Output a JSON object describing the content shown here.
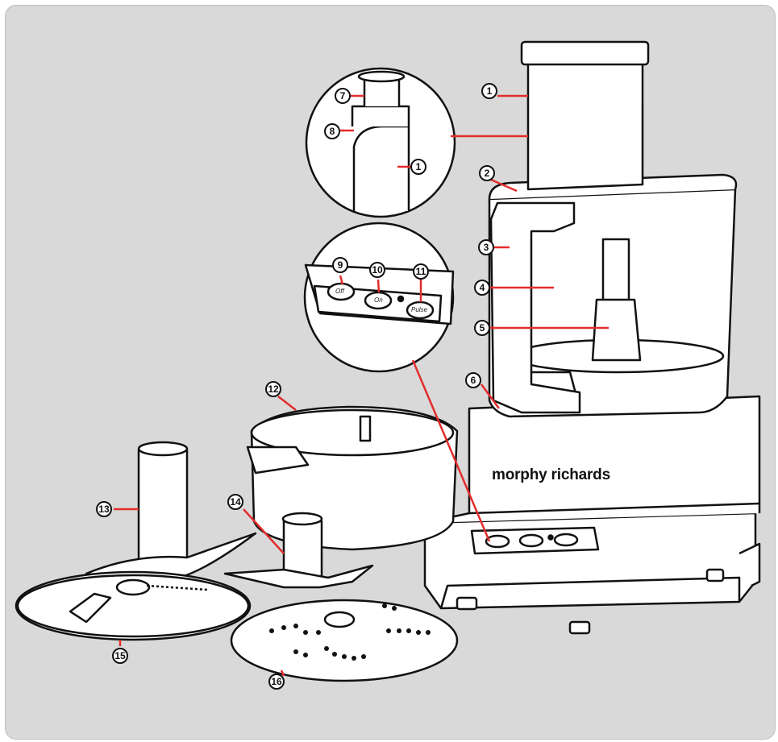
{
  "brand": "morphy richards",
  "buttons": [
    "Off",
    "On",
    "Pulse"
  ],
  "callouts": [
    "1",
    "1",
    "2",
    "3",
    "4",
    "5",
    "6",
    "7",
    "8",
    "9",
    "10",
    "11",
    "12",
    "13",
    "14",
    "15",
    "16"
  ],
  "colors": {
    "background": "#d9d9d9",
    "leader": "#e32c2c",
    "outline": "#111111",
    "fill": "#ffffff"
  }
}
